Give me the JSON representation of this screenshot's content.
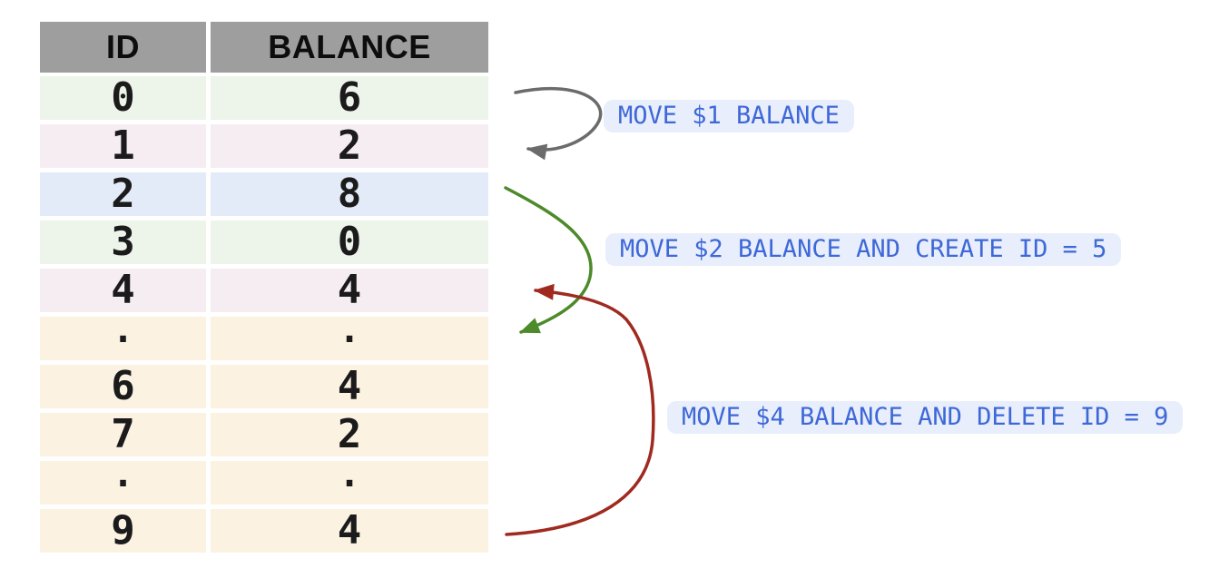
{
  "table": {
    "headers": {
      "id": "ID",
      "balance": "BALANCE"
    },
    "rows": [
      {
        "id": "0",
        "balance": "6",
        "tint": "green"
      },
      {
        "id": "1",
        "balance": "2",
        "tint": "pink"
      },
      {
        "id": "2",
        "balance": "8",
        "tint": "blue"
      },
      {
        "id": "3",
        "balance": "0",
        "tint": "green"
      },
      {
        "id": "4",
        "balance": "4",
        "tint": "pink"
      },
      {
        "id": ".",
        "balance": ".",
        "tint": "cream"
      },
      {
        "id": "6",
        "balance": "4",
        "tint": "cream"
      },
      {
        "id": "7",
        "balance": "2",
        "tint": "cream"
      },
      {
        "id": ".",
        "balance": ".",
        "tint": "cream"
      },
      {
        "id": "9",
        "balance": "4",
        "tint": "cream"
      }
    ]
  },
  "annotations": {
    "move1": {
      "label": "MOVE $1 BALANCE",
      "arrow_color": "#6b6b6b",
      "from_row": "0",
      "to_row": "1"
    },
    "move2": {
      "label": "MOVE $2 BALANCE AND CREATE ID = 5",
      "arrow_color": "#4c8a2a",
      "from_row": "2",
      "to_row": "."
    },
    "move4": {
      "label": "MOVE $4 BALANCE AND DELETE ID = 9",
      "arrow_color": "#a02a1f",
      "from_row": "9",
      "to_row": "4"
    }
  },
  "colors": {
    "header_bg": "#9e9e9e",
    "row_green": "#edf4ea",
    "row_pink": "#f6edf2",
    "row_blue": "#e4ebf8",
    "row_cream": "#fbf2e2",
    "chip_bg": "#e8eefb",
    "chip_text": "#3e68d8",
    "arrow_gray": "#6b6b6b",
    "arrow_green": "#4c8a2a",
    "arrow_red": "#a02a1f"
  }
}
